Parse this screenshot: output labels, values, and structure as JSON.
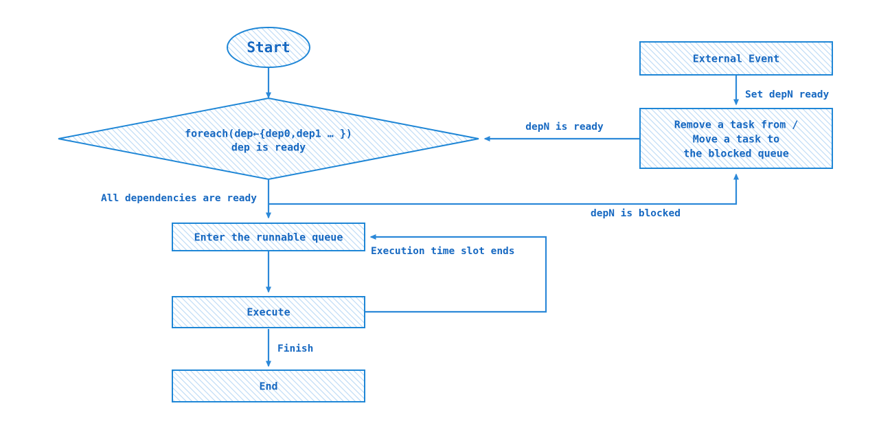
{
  "diagram": {
    "title": "Task Scheduling Flowchart",
    "colors": {
      "stroke": "#1e86d6",
      "edge": "#2b88d8",
      "text": "#1668c1",
      "hatch": "#bad9f5",
      "background": "#ffffff"
    },
    "nodes": {
      "start": {
        "label": "Start",
        "shape": "ellipse"
      },
      "decision": {
        "shape": "diamond",
        "line1": "foreach(dep←{dep0,dep1 … })",
        "line2": "dep is ready"
      },
      "external_event": {
        "label": "External Event",
        "shape": "rect"
      },
      "blocked_queue": {
        "shape": "rect",
        "line1": "Remove a task from /",
        "line2": "Move a task to",
        "line3": "the blocked queue"
      },
      "runnable_queue": {
        "label": "Enter the runnable queue",
        "shape": "rect"
      },
      "execute": {
        "label": "Execute",
        "shape": "rect"
      },
      "end": {
        "label": "End",
        "shape": "rect"
      }
    },
    "edges": {
      "start_to_decision": {
        "label": ""
      },
      "external_to_blocked": {
        "label": "Set depN ready"
      },
      "blocked_to_decision": {
        "label": "depN is ready"
      },
      "decision_to_runnable": {
        "label": "All dependencies are ready"
      },
      "decision_to_blocked": {
        "label": "depN is blocked"
      },
      "execute_to_runnable": {
        "label": "Execution time slot ends"
      },
      "execute_to_end": {
        "label": "Finish"
      }
    }
  }
}
